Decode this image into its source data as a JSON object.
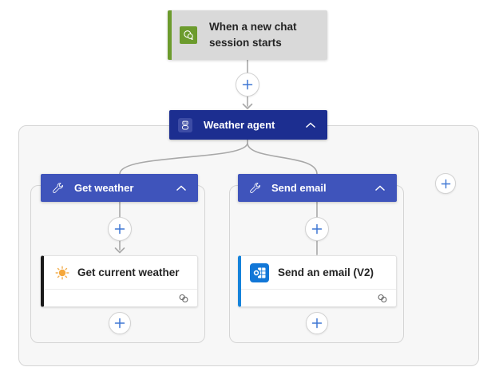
{
  "trigger": {
    "title": "When a new chat session starts"
  },
  "agent": {
    "label": "Weather agent"
  },
  "branches": [
    {
      "header": "Get weather",
      "action": "Get current weather"
    },
    {
      "header": "Send email",
      "action": "Send an email (V2)"
    }
  ],
  "icons": {
    "trigger": "chat-bubbles-icon",
    "agent": "robot-icon",
    "branch_header": "wrench-icon",
    "collapse": "chevron-up-icon",
    "get_current_weather": "sun-icon",
    "send_an_email": "outlook-icon",
    "card_footer": "linked-rings-icon",
    "insert": "plus-icon",
    "connector_end": "arrow-down-icon"
  },
  "colors": {
    "trigger-green": "#6c9b2d",
    "trigger-bg": "#d9d9d9",
    "agent-navy": "#1c2e90",
    "agent-icon-bg": "#3d4ca5",
    "tool-blue": "#3f54bb",
    "line-gray": "#a8a8a8",
    "plus-blue": "#3e77d4",
    "circle-border": "#d2d2d2",
    "panel-bg": "#f7f7f7",
    "panel-border": "#d5d5d5",
    "card-border": "#e2e2e2",
    "black-stripe": "#1a1a1a",
    "outlook-stripe": "#1683db",
    "outlook-blue": "#1277d7",
    "sun-orange": "#f5a73b",
    "sun-ray": "#f2ae4e",
    "text-dark": "#242424",
    "link-gray": "#6b6b6b",
    "divider": "#ececec"
  }
}
